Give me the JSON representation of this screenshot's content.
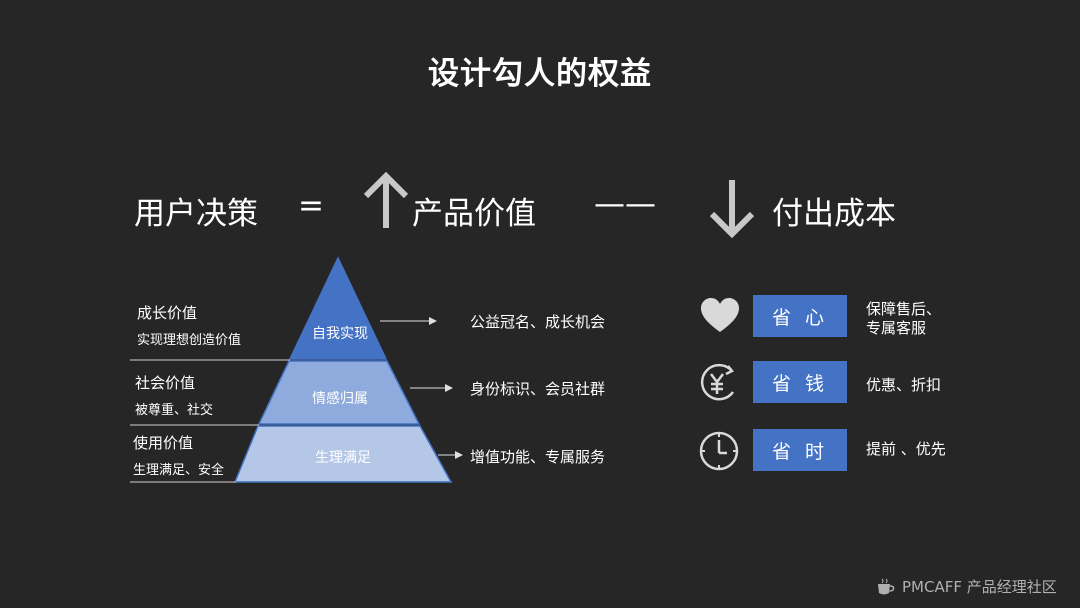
{
  "title": "设计勾人的权益",
  "equation": {
    "decision": "用户决策",
    "equals": "=",
    "value": "产品价值",
    "minus": "——",
    "cost": "付出成本",
    "up_arrow_icon": "arrow-up-icon",
    "down_arrow_icon": "arrow-down-icon"
  },
  "pyramid": {
    "colors": [
      "#4472c4",
      "#8faadc",
      "#b4c7e7"
    ],
    "levels": [
      {
        "label": "自我实现",
        "title": "成长价值",
        "subtitle": "实现理想创造价值",
        "benefit": "公益冠名、成长机会"
      },
      {
        "label": "情感归属",
        "title": "社会价值",
        "subtitle": "被尊重、社交",
        "benefit": "身份标识、会员社群"
      },
      {
        "label": "生理满足",
        "title": "使用价值",
        "subtitle": "生理满足、安全",
        "benefit": "增值功能、专属服务"
      }
    ]
  },
  "savings": [
    {
      "icon": "heart-icon",
      "label": "省 心",
      "desc_line1": "保障售后、",
      "desc_line2": "专属客服"
    },
    {
      "icon": "yuan-coin-icon",
      "label": "省 钱",
      "desc_line1": "优惠、折扣",
      "desc_line2": ""
    },
    {
      "icon": "clock-icon",
      "label": "省 时",
      "desc_line1": "提前 、优先",
      "desc_line2": ""
    }
  ],
  "accent_color": "#4472c4",
  "watermark": "PMCAFF 产品经理社区"
}
